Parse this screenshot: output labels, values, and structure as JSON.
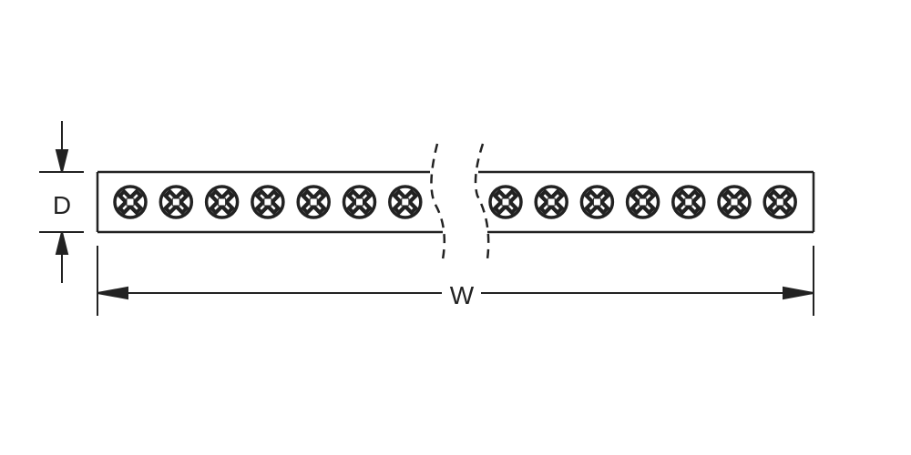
{
  "diagram": {
    "depth_label": "D",
    "width_label": "W",
    "led_count_left": 7,
    "led_count_right": 7,
    "line_color": "#222222"
  }
}
